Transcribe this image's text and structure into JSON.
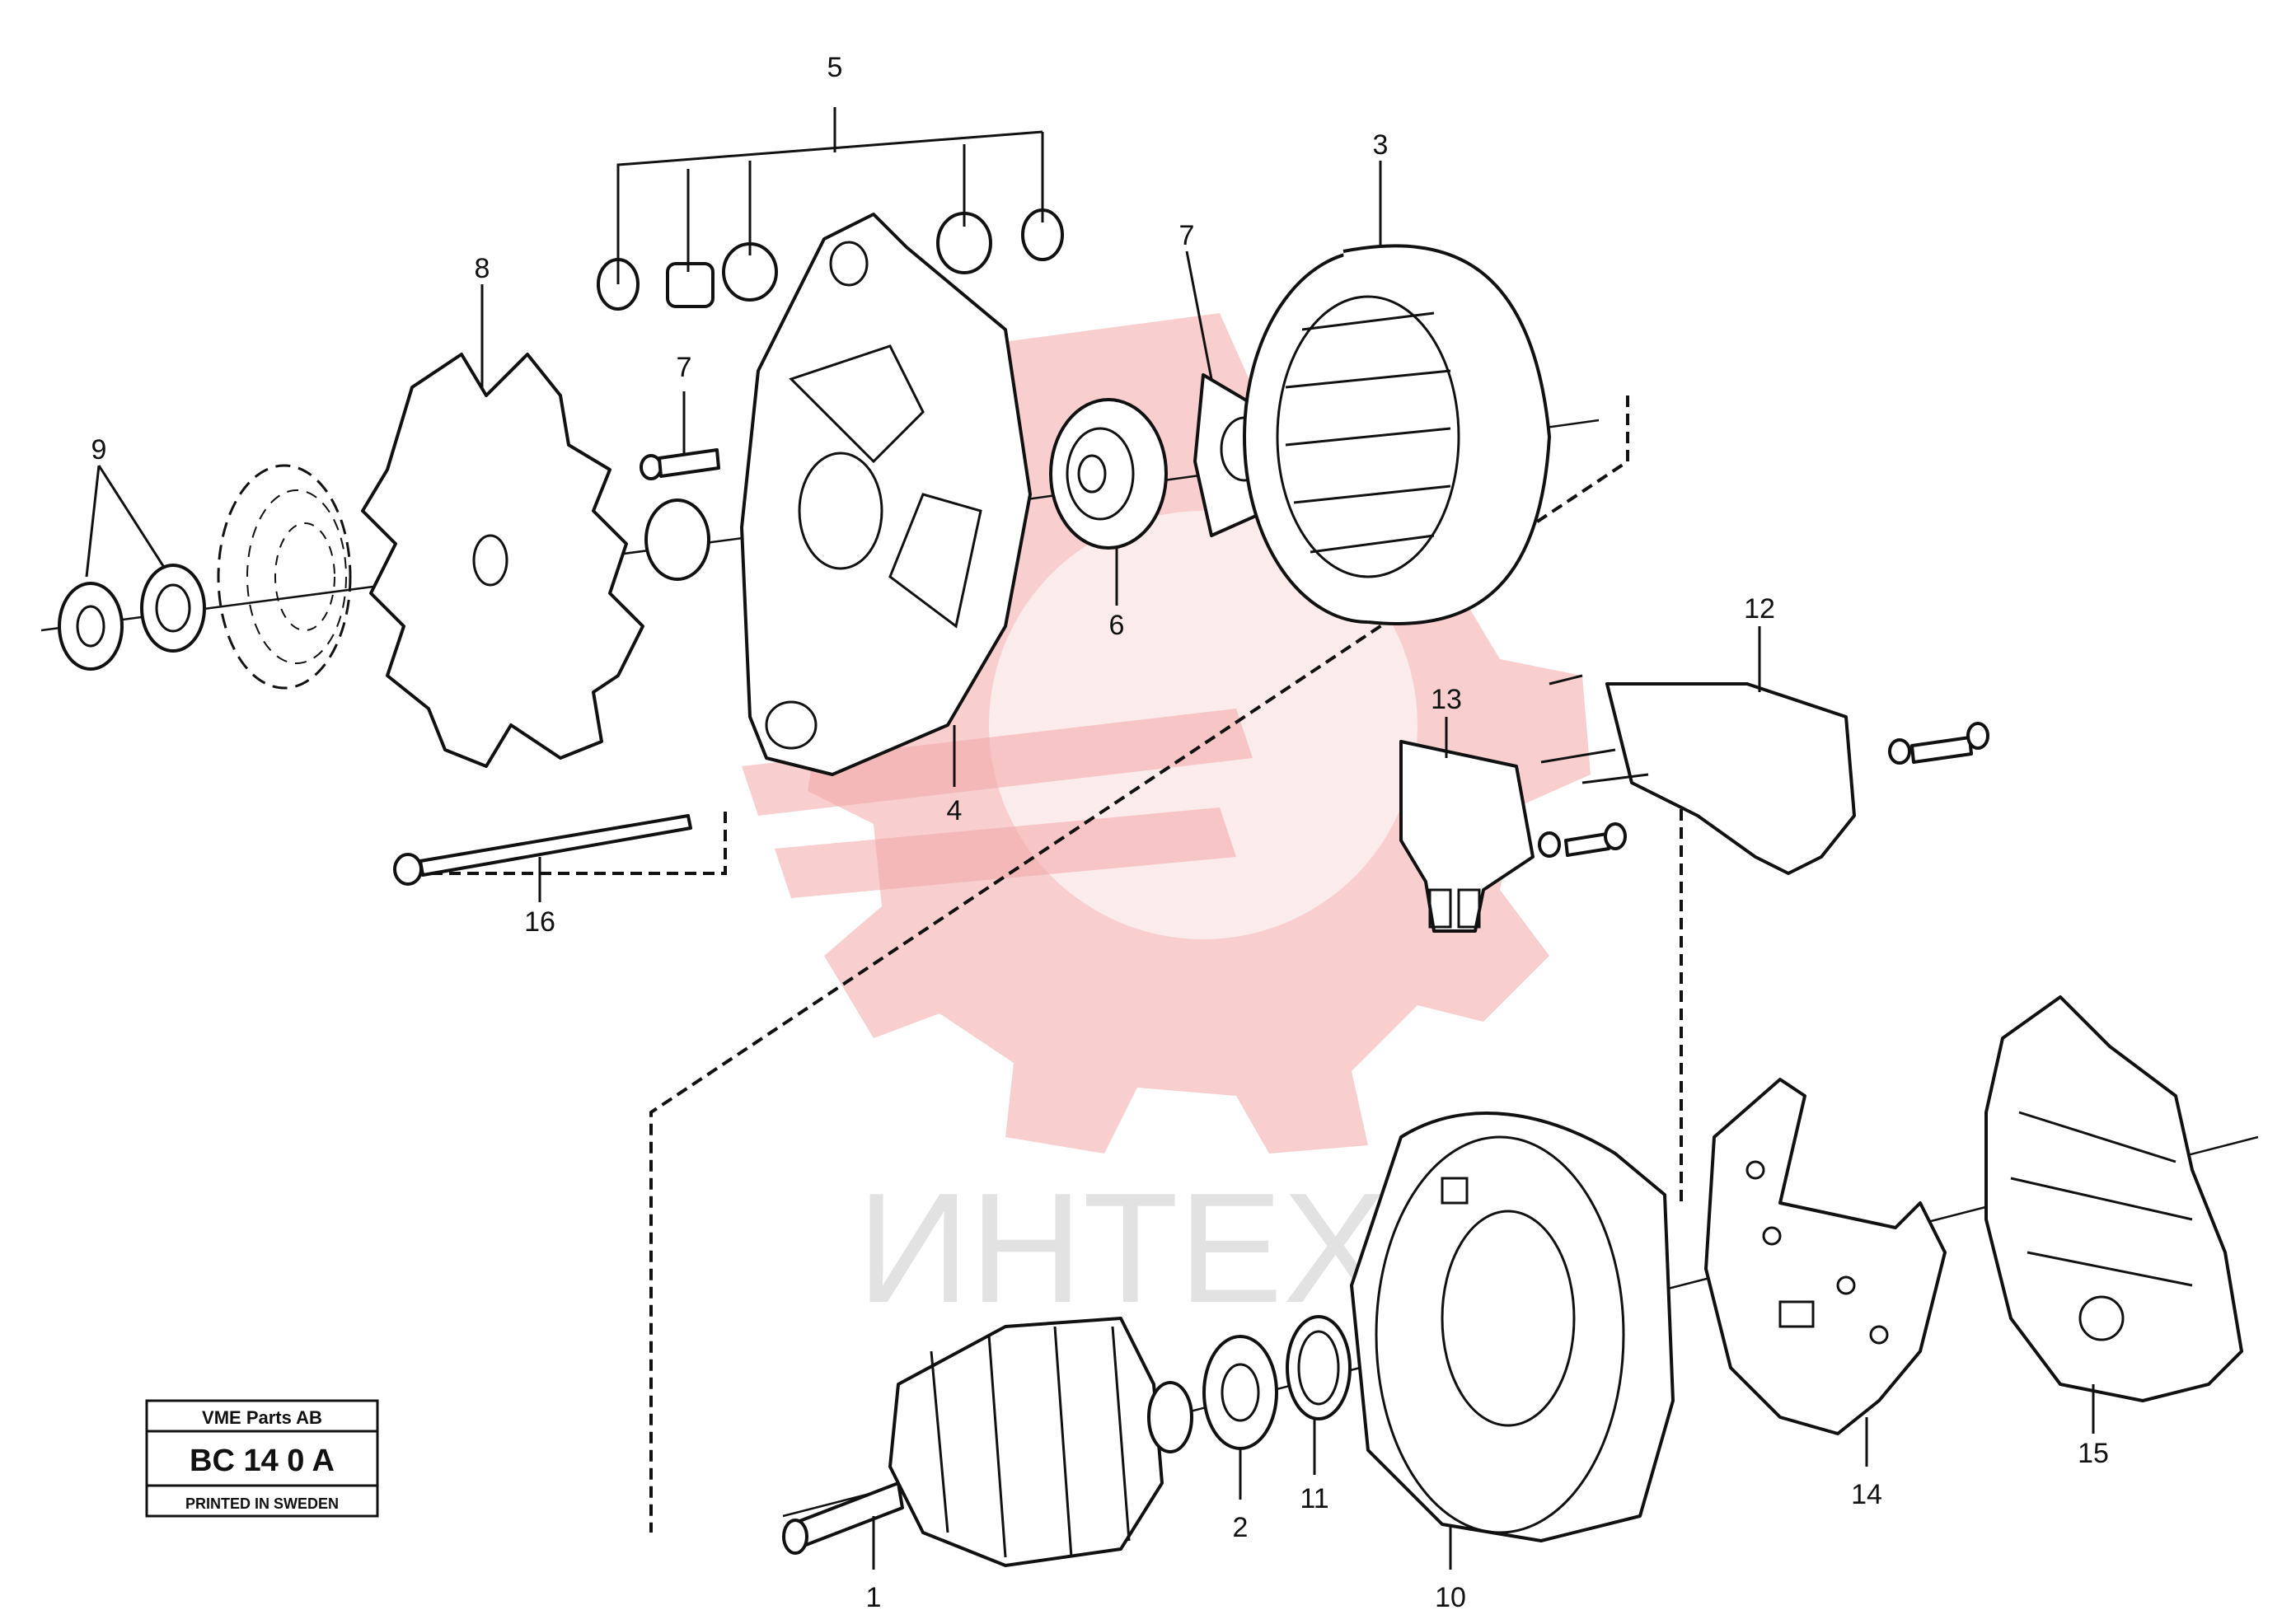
{
  "watermark": {
    "text": "ИНТЕХ"
  },
  "stamp": {
    "company": "VME Parts AB",
    "code": "BC 14 0 A",
    "printed": "PRINTED IN SWEDEN"
  },
  "callouts": [
    {
      "id": "c5",
      "label": "5"
    },
    {
      "id": "c3",
      "label": "3"
    },
    {
      "id": "c8",
      "label": "8"
    },
    {
      "id": "c7a",
      "label": "7"
    },
    {
      "id": "c7b",
      "label": "7"
    },
    {
      "id": "c9",
      "label": "9"
    },
    {
      "id": "c6",
      "label": "6"
    },
    {
      "id": "c12",
      "label": "12"
    },
    {
      "id": "c13",
      "label": "13"
    },
    {
      "id": "c4",
      "label": "4"
    },
    {
      "id": "c16",
      "label": "16"
    },
    {
      "id": "c15",
      "label": "15"
    },
    {
      "id": "c14",
      "label": "14"
    },
    {
      "id": "c11",
      "label": "11"
    },
    {
      "id": "c2",
      "label": "2"
    },
    {
      "id": "c1",
      "label": "1"
    },
    {
      "id": "c10",
      "label": "10"
    }
  ],
  "colors": {
    "line": "#111111",
    "watermark_logo": "#f2a6a6",
    "watermark_text": "#cfcfcf"
  }
}
